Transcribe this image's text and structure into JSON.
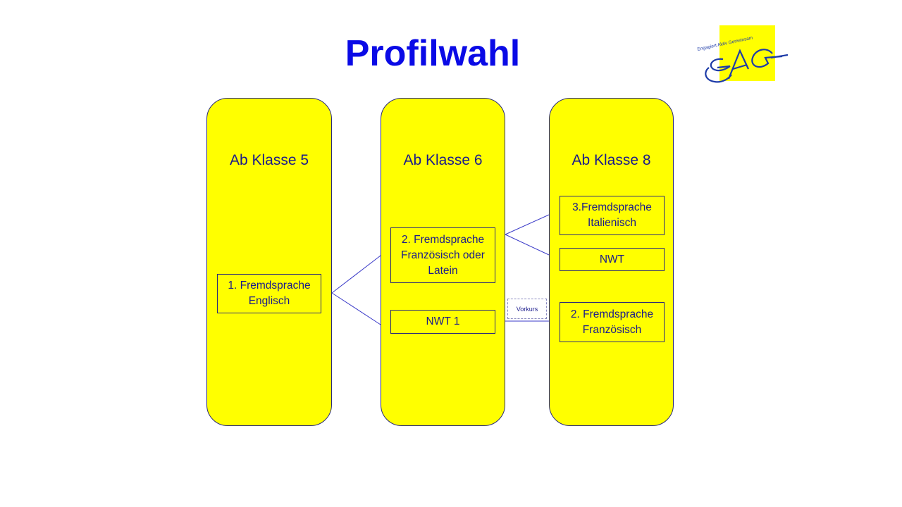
{
  "title": "Profilwahl",
  "logo": {
    "text": "EAG",
    "tagline": "Engagiert Aktiv Gemeinsam",
    "colors": {
      "background": "#ffff00",
      "letters": "#1e3ca8"
    }
  },
  "columns": [
    {
      "heading": "Ab Klasse 5",
      "boxes": [
        {
          "label": "1. Fremdsprache\nEnglisch"
        }
      ]
    },
    {
      "heading": "Ab Klasse 6",
      "boxes": [
        {
          "label": "2. Fremdsprache\nFranzösisch oder\nLatein"
        },
        {
          "label": "NWT 1"
        }
      ]
    },
    {
      "heading": "Ab Klasse 8",
      "boxes": [
        {
          "label": "3.Fremdsprache\nItalienisch"
        },
        {
          "label": "NWT"
        },
        {
          "label": "2. Fremdsprache\nFranzösisch"
        }
      ]
    }
  ],
  "vorkurs_label": "Vorkurs",
  "colors": {
    "column_fill": "#ffff00",
    "text": "#1a1a8c",
    "title": "#0a0ae6",
    "connector": "#3a3ac8"
  }
}
